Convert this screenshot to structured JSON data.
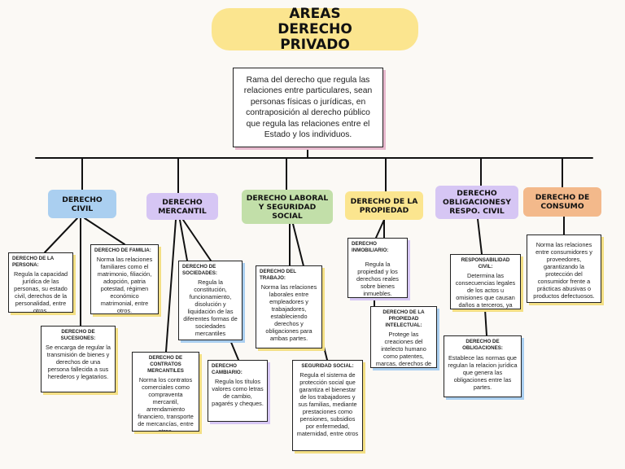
{
  "title": "AREAS DERECHO PRIVADO",
  "definition": "Rama del derecho que regula las relaciones entre particulares, sean personas físicas o jurídicas, en contraposición al derecho público que regula las relaciones entre el Estado y los individuos.",
  "categories": {
    "civil": "DERECHO CIVIL",
    "mercantil": "DERECHO MERCANTIL",
    "laboral": "DERECHO LABORAL Y SEGURIDAD SOCIAL",
    "propiedad": "DERECHO DE LA PROPIEDAD",
    "obligaciones": "DERECHO OBLIGACIONESY RESPO. CIVIL",
    "consumo": "DERECHO DE CONSUMO"
  },
  "cards": {
    "persona": {
      "heading": "DERECHO DE LA PERSONA:",
      "text": "Regula la capacidad jurídica de las personas, su estado civil, derechos de la personalidad, entre otros."
    },
    "familia": {
      "heading": "DERECHO DE FAMILIA:",
      "text": "Norma las relaciones familiares como el matrimonio, filiación, adopción, patria potestad, régimen económico matrimonial, entre otros."
    },
    "sucesiones": {
      "heading": "DERECHO DE SUCESIONES:",
      "text": "Se encarga de regular la transmisión de bienes y derechos de una persona fallecida a sus herederos y legatarios."
    },
    "sociedades": {
      "heading": "DERECHO DE SOCIEDADES:",
      "text": "Regula la constitución, funcionamiento, disolución y liquidación de las diferentes formas de sociedades mercantiles"
    },
    "contratos": {
      "heading": "DERECHO DE CONTRATOS MERCANTILES",
      "text": "Norma los contratos comerciales como compraventa mercantil, arrendamiento financiero, transporte de mercancías, entre otros."
    },
    "cambiario": {
      "heading": "DERECHO CAMBIARIO:",
      "text": "Regula los títulos valores como letras de cambio, pagarés y cheques."
    },
    "trabajo": {
      "heading": "DERECHO DEL TRABAJO:",
      "text": "Norma las relaciones laborales entre empleadores y trabajadores, estableciendo derechos y obligaciones para ambas partes."
    },
    "seguridad": {
      "heading": "SEGURIDAD SOCIAL:",
      "text": "Regula el sistema de protección social que garantiza el bienestar de los trabajadores y sus familias, mediante prestaciones como pensiones, subsidios por enfermedad, maternidad, entre otros"
    },
    "inmobiliario": {
      "heading": "DERECHO INMOBILIARIO:",
      "text": "Regula la propiedad y los derechos reales sobre bienes inmuebles."
    },
    "intelectual": {
      "heading": "DERECHO DE LA PROPIEDAD INTELECTUAL:",
      "text": "Protege las creaciones del intelecto humano como patentes, marcas, derechos de autor y propiedad industrial."
    },
    "responsabilidad": {
      "heading": "RESPONSABILIDAD CIVIL:",
      "text": "Determina las consecuencias legales de los actos u omisiones que causan daños a terceros, ya sea por acción u omisión."
    },
    "obligaciones": {
      "heading": "DERECHO DE OBLIGACIONES:",
      "text": "Establece las normas que regulan la relacion jurídica que genera las obligaciones entre las partes."
    },
    "consumo": {
      "text": "Norma las relaciones entre consumidores y proveedores, garantizando la protección del consumidor frente a prácticas abusivas o productos defectuosos."
    }
  },
  "colors": {
    "title": "#fbe58f",
    "civil": "#aacff0",
    "mercantil": "#d6c6f4",
    "laboral": "#c2dfa9",
    "propiedad": "#fbe58f",
    "obligaciones": "#d6c6f4",
    "consumo": "#f3b98b"
  }
}
